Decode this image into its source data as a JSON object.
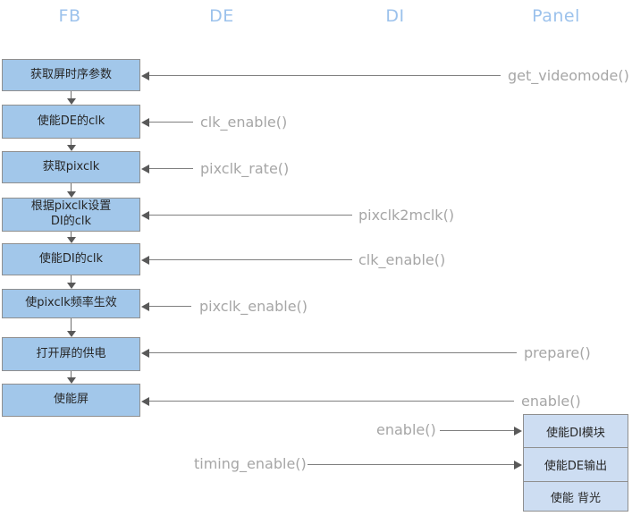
{
  "headers": [
    {
      "label": "FB"
    },
    {
      "label": "DE"
    },
    {
      "label": "DI"
    },
    {
      "label": "Panel"
    }
  ],
  "flow": {
    "steps": [
      {
        "label": "获取屏时序参数"
      },
      {
        "label": "使能DE的clk"
      },
      {
        "label": "获取pixclk"
      },
      {
        "label": "根据pixclk设置\nDI的clk"
      },
      {
        "label": "使能DI的clk"
      },
      {
        "label": "使pixclk频率生效"
      },
      {
        "label": "打开屏的供电"
      },
      {
        "label": "使能屏"
      }
    ]
  },
  "calls": {
    "left": [
      {
        "label": "get_videomode()"
      },
      {
        "label": "clk_enable()"
      },
      {
        "label": "pixclk_rate()"
      },
      {
        "label": "pixclk2mclk()"
      },
      {
        "label": "clk_enable()"
      },
      {
        "label": "pixclk_enable()"
      },
      {
        "label": "prepare()"
      },
      {
        "label": "enable()"
      }
    ],
    "right": [
      {
        "label": "enable()"
      },
      {
        "label": "timing_enable()"
      }
    ]
  },
  "panel": {
    "steps": [
      {
        "label": "使能DI模块"
      },
      {
        "label": "使能DE输出"
      },
      {
        "label": "使能 背光"
      }
    ]
  },
  "colors": {
    "step_fill": "#a2c7ea",
    "panel_fill": "#cdddf2",
    "box_border": "#8f8f8f",
    "arrow": "#595959",
    "call_text": "#a6a6a6",
    "header_text": "#9cc2ec"
  }
}
